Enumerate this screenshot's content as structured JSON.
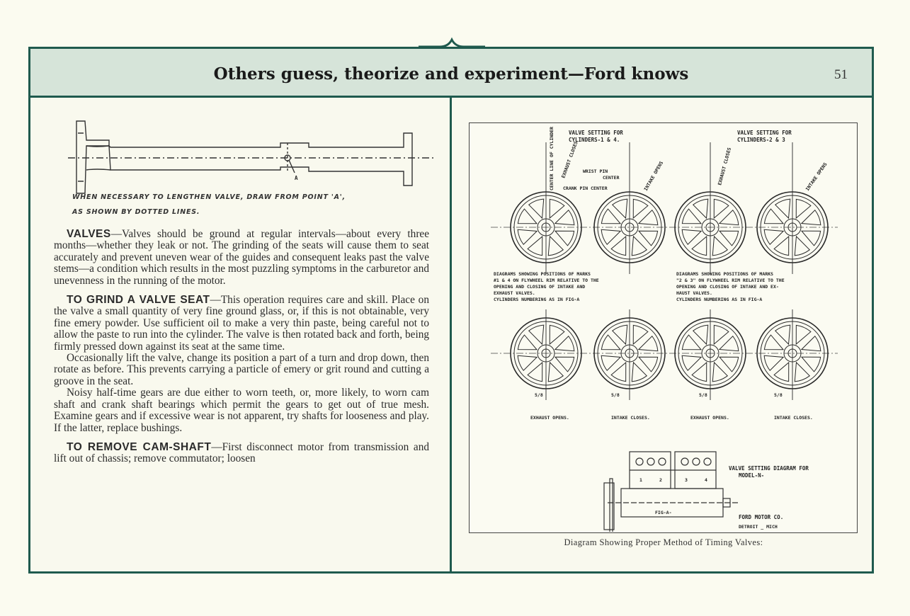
{
  "header": {
    "title": "Others guess, theorize and experiment—Ford knows",
    "page_number": "51"
  },
  "left": {
    "valve_caption_line1": "WHEN NECESSARY TO LENGTHEN VALVE, DRAW FROM POINT 'A',",
    "valve_caption_line2": "AS SHOWN BY DOTTED LINES.",
    "point_label": "A",
    "paragraphs": [
      {
        "lead": "VALVES",
        "text": "—Valves should be ground at regular intervals—about every three months—whether they leak or not. The grinding of the seats will cause them to seat accurately and prevent uneven wear of the guides and consequent leaks past the valve stems—a condition which results in the most puzzling symptoms in the carburetor and unevenness in the running of the motor."
      },
      {
        "lead": "TO GRIND A VALVE SEAT",
        "text": "—This operation requires care and skill. Place on the valve a small quantity of very fine ground glass, or, if this is not obtainable, very fine emery powder. Use sufficient oil to make a very thin paste, being careful not to allow the paste to run into the cylinder. The valve is then rotated back and forth, being firmly pressed down against its seat at the same time."
      },
      {
        "lead": "",
        "text": "Occasionally lift the valve, change its position a part of a turn and drop down, then rotate as before. This prevents carrying a particle of emery or grit round and cutting a groove in the seat."
      },
      {
        "lead": "",
        "text": "Noisy half-time gears are due either to worn teeth, or, more likely, to worn cam shaft and crank shaft bearings which permit the gears to get out of true mesh. Examine gears and if excessive wear is not apparent, try shafts for looseness and play. If the latter, replace bushings."
      },
      {
        "lead": "TO REMOVE CAM-SHAFT",
        "text": "—First disconnect motor from transmission and lift out of chassis; remove commutator; loosen"
      }
    ]
  },
  "diagram": {
    "caption": "Diagram Showing Proper Method of Timing Valves:",
    "title_left_1": "VALVE SETTING FOR",
    "title_left_2": "CYLINDERS-1 & 4.",
    "title_right_1": "VALVE SETTING FOR",
    "title_right_2": "CYLINDERS-2 & 3",
    "center_line": "CENTER LINE OF CYLINDER",
    "exhaust_closes": "EXHAUST CLOSES",
    "wrist_pin": "WRIST PIN",
    "center": "CENTER",
    "crank_pin_center": "CRANK PIN CENTER",
    "intake_opens": "INTAKE OPENS",
    "desc_left": [
      "DIAGRAMS SHOWING POSITIONS OF MARKS",
      "#1 & 4 ON FLYWHEEL RIM RELATIVE TO THE",
      "OPENING AND CLOSING OF INTAKE AND",
      "EXHAUST VALVES.",
      "CYLINDERS NUMBERING AS IN FIG-A"
    ],
    "desc_right": [
      "DIAGRAMS SHOWING POSITIONS OF MARKS",
      "\"2 & 3\" ON FLYWHEEL RIM RELATIVE TO THE",
      "OPENING AND CLOSING OF INTAKE AND EX-",
      "HAUST VALVES.",
      "CYLINDERS NUMBERING AS IN FIG-A"
    ],
    "bottom_labels": [
      "EXHAUST OPENS.",
      "INTAKE CLOSES.",
      "EXHAUST OPENS.",
      "INTAKE CLOSES."
    ],
    "deg_mark": "5/8",
    "model_label_1": "VALVE SETTING DIAGRAM FOR",
    "model_label_2": "MODEL-N-",
    "fig_label": "FIG-A-",
    "cyl_numbers": [
      "1",
      "2",
      "3",
      "4"
    ],
    "maker_1": "FORD MOTOR CO.",
    "maker_2": "DETROIT _ MICH"
  }
}
